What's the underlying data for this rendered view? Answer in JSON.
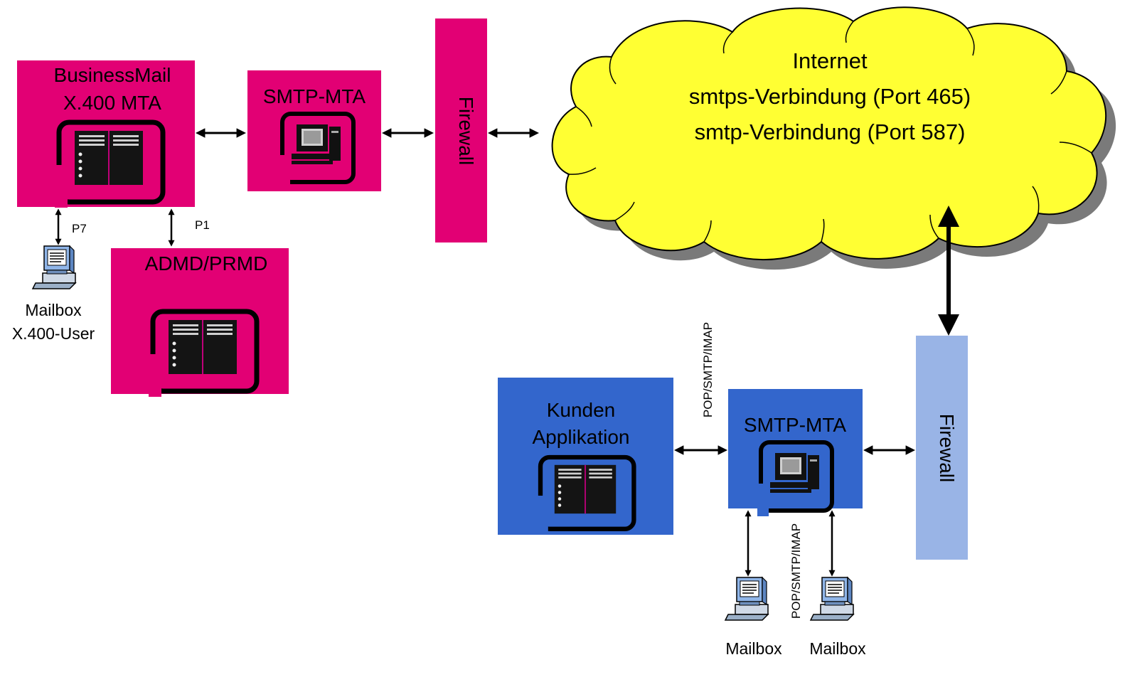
{
  "colors": {
    "magenta": "#E20074",
    "blue": "#3366CC",
    "firewall_blue": "#99B4E6",
    "cloud": "#FFFF33",
    "black": "#000000"
  },
  "nodes": {
    "businessmail": {
      "line1": "BusinessMail",
      "line2": "X.400 MTA",
      "icon": "server-rack-icon"
    },
    "smtp_mta_top": {
      "label": "SMTP-MTA",
      "icon": "desktop-computer-icon"
    },
    "firewall_top": {
      "label": "Firewall"
    },
    "admd": {
      "label": "ADMD/PRMD",
      "icon": "server-rack-icon"
    },
    "mailbox_x400": {
      "line1": "Mailbox",
      "line2": "X.400-User",
      "icon": "workstation-icon"
    },
    "cloud": {
      "line1": "Internet",
      "line2": "smtps-Verbindung (Port 465)",
      "line3": "smtp-Verbindung (Port 587)"
    },
    "kunden": {
      "line1": "Kunden",
      "line2": "Applikation",
      "icon": "server-rack-icon"
    },
    "smtp_mta_bottom": {
      "label": "SMTP-MTA",
      "icon": "desktop-computer-icon"
    },
    "firewall_bottom": {
      "label": "Firewall"
    },
    "mailbox_a": {
      "label": "Mailbox",
      "icon": "workstation-icon"
    },
    "mailbox_b": {
      "label": "Mailbox",
      "icon": "workstation-icon"
    }
  },
  "connectors": {
    "p7": "P7",
    "p1": "P1",
    "protocols_top": "POP/SMTP/IMAP",
    "protocols_bottom": "POP/SMTP/IMAP"
  }
}
